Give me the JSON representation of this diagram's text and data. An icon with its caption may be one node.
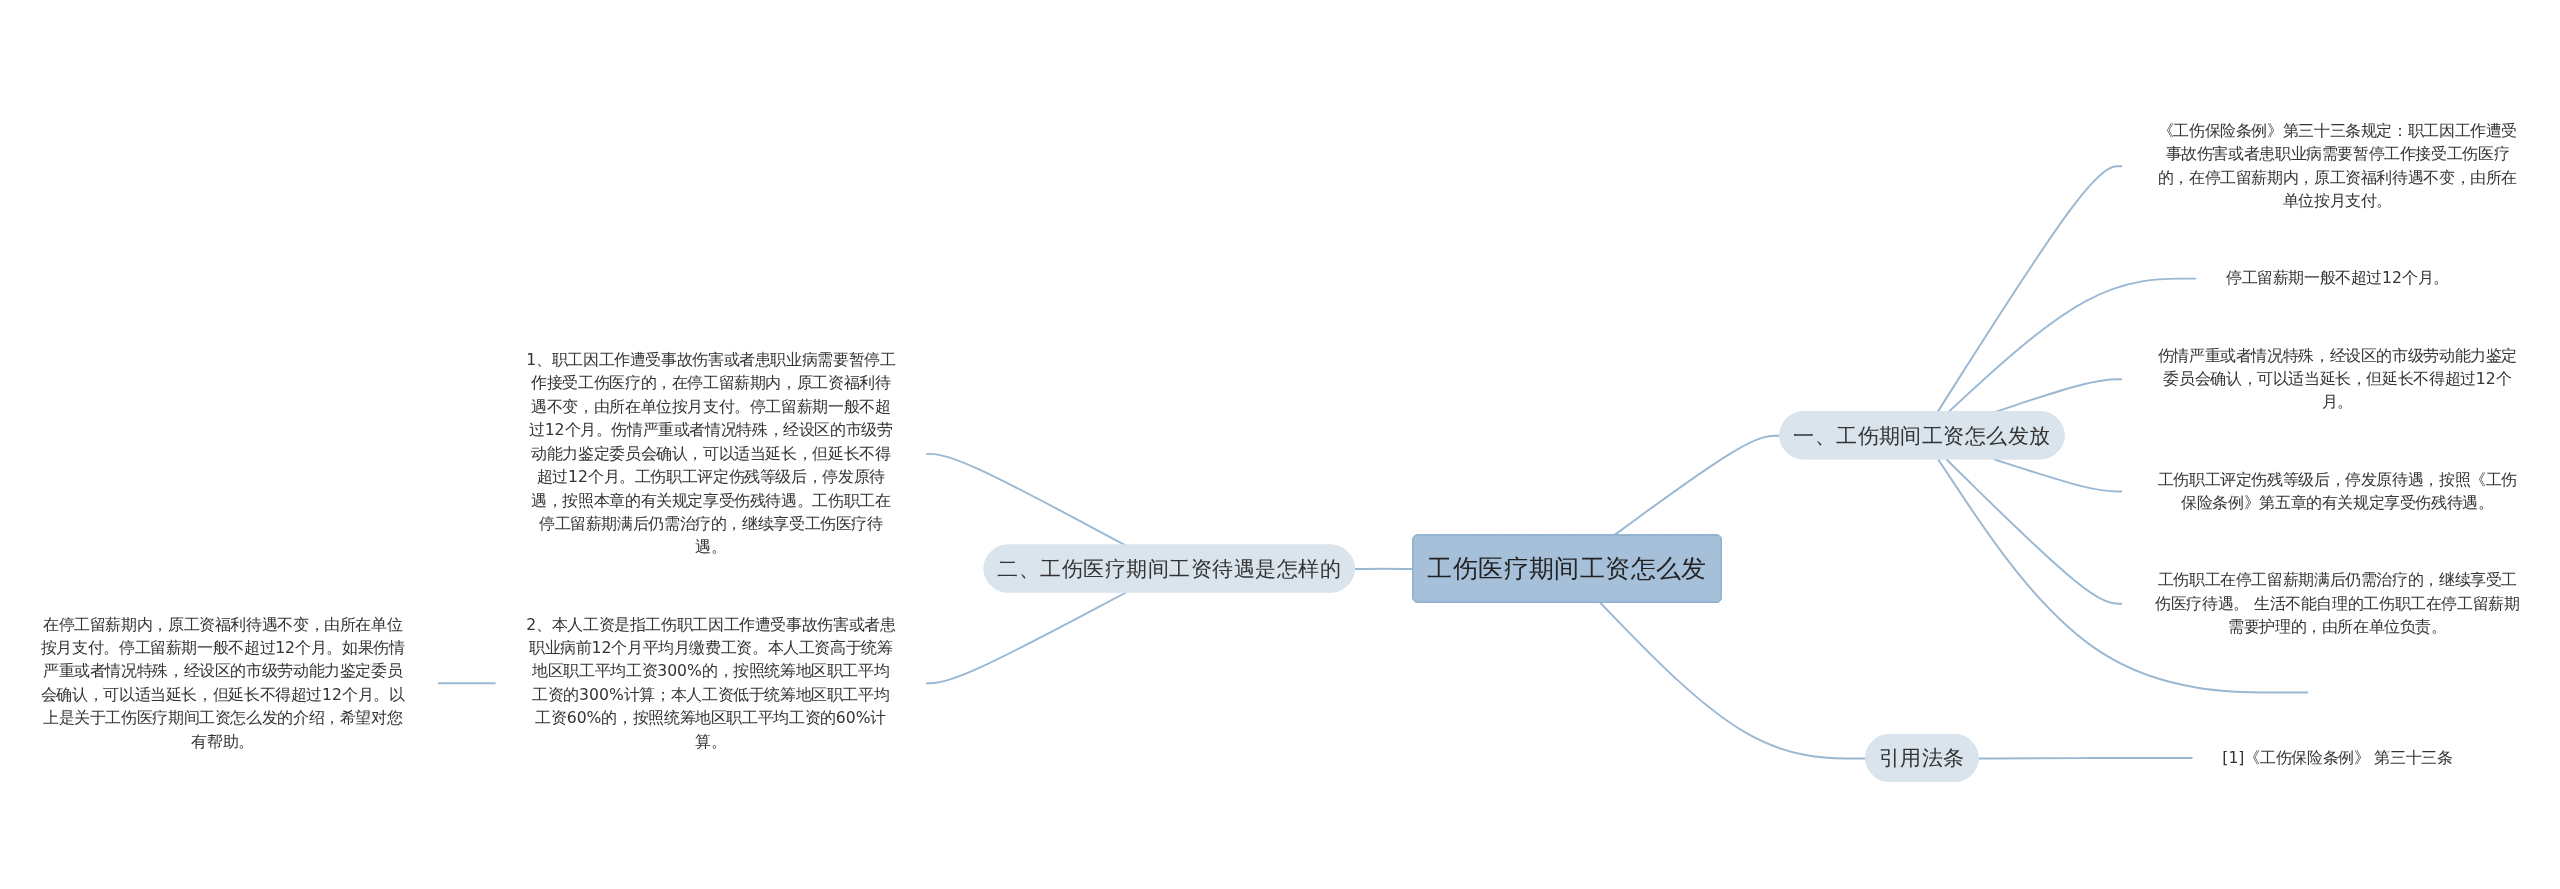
{
  "diagram": {
    "nodes": [
      {
        "text": [
          "工伤医疗期间工资怎么发"
        ]
      },
      {
        "text": [
          "一、工伤期间工资怎么发放"
        ]
      },
      {
        "text": [
          "《工伤保险条例》第三十三条规定：职工因工作遭受事故伤害或者患职业病需要暂停工作接受工伤医疗的，在停工留薪期内，原工资福利待遇不变，由所在单位按月支付。"
        ]
      },
      {
        "text": [
          "停工留薪期一般不超过12个月。"
        ]
      },
      {
        "text": [
          "伤情严重或者情况特殊，经设区的市级劳动能力鉴定委员会确认，可以适当延长，但延长不得超过12个月。"
        ]
      },
      {
        "text": [
          "工伤职工评定伤残等级后，停发原待遇，按照《工伤保险条例》第五章的有关规定享受伤残待遇。"
        ]
      },
      {
        "text": [
          "工伤职工在停工留薪期满后仍需治疗的，继续享受工伤医疗待遇。 生活不能自理的工伤职工在停工留薪期需要护理的，由所在单位负责。"
        ]
      },
      {
        "text": [
          "引用法条"
        ]
      },
      {
        "text": [
          "[1]《工伤保险条例》 第三十三条"
        ]
      },
      {
        "text": [
          "二、工伤医疗期间工资待遇是怎样的"
        ]
      },
      {
        "text": [
          "1、职工因工作遭受事故伤害或者患职业病需要暂停工作接受工伤医疗的，在停工留薪期内，原工资福利待遇不变，由所在单位按月支付。停工留薪期一般不超过12个月。伤情严重或者情况特殊，经设区的市级劳动能力鉴定委员会确认，可以适当延长，但延长不得超过12个月。工伤职工评定伤残等级后，停发原待遇，按照本章的有关规定享受伤残待遇。工伤职工在停工留薪期满后仍需治疗的，继续享受工伤医疗待遇。"
        ]
      },
      {
        "text": [
          "2、本人工资是指工伤职工因工作遭受事故伤害或者患职业病前12个月平均月缴费工资。本人工资高于统筹地区职工平均工资300%的，按照统筹地区职工平均工资的300%计算；本人工资低于统筹地区职工平均工资60%的，按照统筹地区职工平均工资的60%计算。"
        ]
      },
      {
        "text": [
          "在停工留薪期内，原工资福利待遇不变，由所在单位按月支付。停工留薪期一般不超过12个月。如果伤情严重或者情况特殊，经设区的市级劳动能力鉴定委员会确认，可以适当延长，但延长不得超过12个月。以上是关于工伤医疗期间工资怎么发的介绍，希望对您有帮助。"
        ]
      }
    ],
    "edges": [
      {
        "from": 0,
        "to": 1,
        "arrow": "none"
      },
      {
        "from": 1,
        "to": 2,
        "arrow": "none"
      },
      {
        "from": 1,
        "to": 3,
        "arrow": "none"
      },
      {
        "from": 1,
        "to": 4,
        "arrow": "none"
      },
      {
        "from": 1,
        "to": 5,
        "arrow": "none"
      },
      {
        "from": 1,
        "to": 6,
        "arrow": "none"
      },
      {
        "from": 1,
        "to": null,
        "arrow": "none"
      },
      {
        "from": 0,
        "to": 7,
        "arrow": "none"
      },
      {
        "from": 7,
        "to": 8,
        "arrow": "none"
      },
      {
        "from": 0,
        "to": 9,
        "arrow": "none"
      },
      {
        "from": 9,
        "to": 10,
        "arrow": "none"
      },
      {
        "from": 9,
        "to": 11,
        "arrow": "none"
      },
      {
        "from": 11,
        "to": 12,
        "arrow": "none"
      }
    ]
  }
}
